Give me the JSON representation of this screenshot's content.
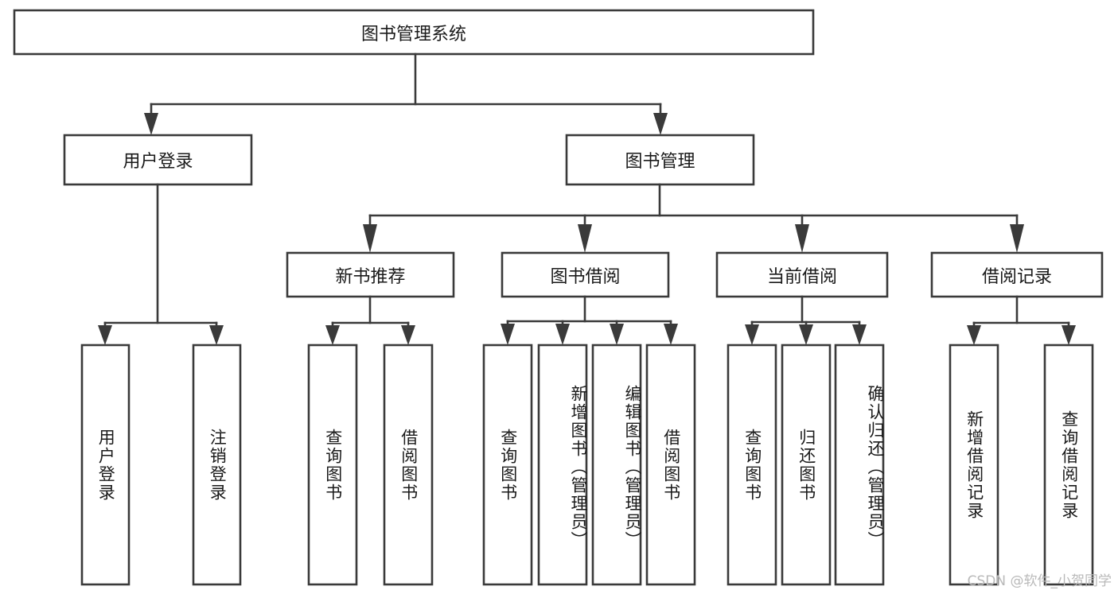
{
  "diagram": {
    "title": "图书管理系统",
    "type": "tree",
    "watermark": "CSDN @软件_小贺同学",
    "colors": {
      "box_stroke": "#3a3a3a",
      "box_fill": "#ffffff",
      "text": "#1a1a1a",
      "background": "#ffffff",
      "watermark": "#b9b9b9"
    },
    "root": {
      "label": "图书管理系统",
      "orientation": "horizontal"
    },
    "level2": [
      {
        "label": "用户登录",
        "orientation": "horizontal"
      },
      {
        "label": "图书管理",
        "orientation": "horizontal"
      }
    ],
    "level3": [
      {
        "label": "新书推荐",
        "orientation": "horizontal",
        "parent": "图书管理"
      },
      {
        "label": "图书借阅",
        "orientation": "horizontal",
        "parent": "图书管理"
      },
      {
        "label": "当前借阅",
        "orientation": "horizontal",
        "parent": "图书管理"
      },
      {
        "label": "借阅记录",
        "orientation": "horizontal",
        "parent": "图书管理"
      }
    ],
    "leaves": {
      "用户登录": [
        {
          "label": "用户登录",
          "orientation": "vertical",
          "align": "center"
        },
        {
          "label": "注销登录",
          "orientation": "vertical",
          "align": "center"
        }
      ],
      "新书推荐": [
        {
          "label": "查询图书",
          "orientation": "vertical",
          "align": "center"
        },
        {
          "label": "借阅图书",
          "orientation": "vertical",
          "align": "center"
        }
      ],
      "图书借阅": [
        {
          "label": "查询图书",
          "orientation": "vertical",
          "align": "center"
        },
        {
          "label": "新增图书（管理员）",
          "orientation": "vertical",
          "align": "start"
        },
        {
          "label": "编辑图书（管理员）",
          "orientation": "vertical",
          "align": "start"
        },
        {
          "label": "借阅图书",
          "orientation": "vertical",
          "align": "center"
        }
      ],
      "当前借阅": [
        {
          "label": "查询图书",
          "orientation": "vertical",
          "align": "center"
        },
        {
          "label": "归还图书",
          "orientation": "vertical",
          "align": "center"
        },
        {
          "label": "确认归还（管理员）",
          "orientation": "vertical",
          "align": "start"
        }
      ],
      "借阅记录": [
        {
          "label": "新增借阅记录",
          "orientation": "vertical",
          "align": "center"
        },
        {
          "label": "查询借阅记录",
          "orientation": "vertical",
          "align": "center"
        }
      ]
    }
  }
}
